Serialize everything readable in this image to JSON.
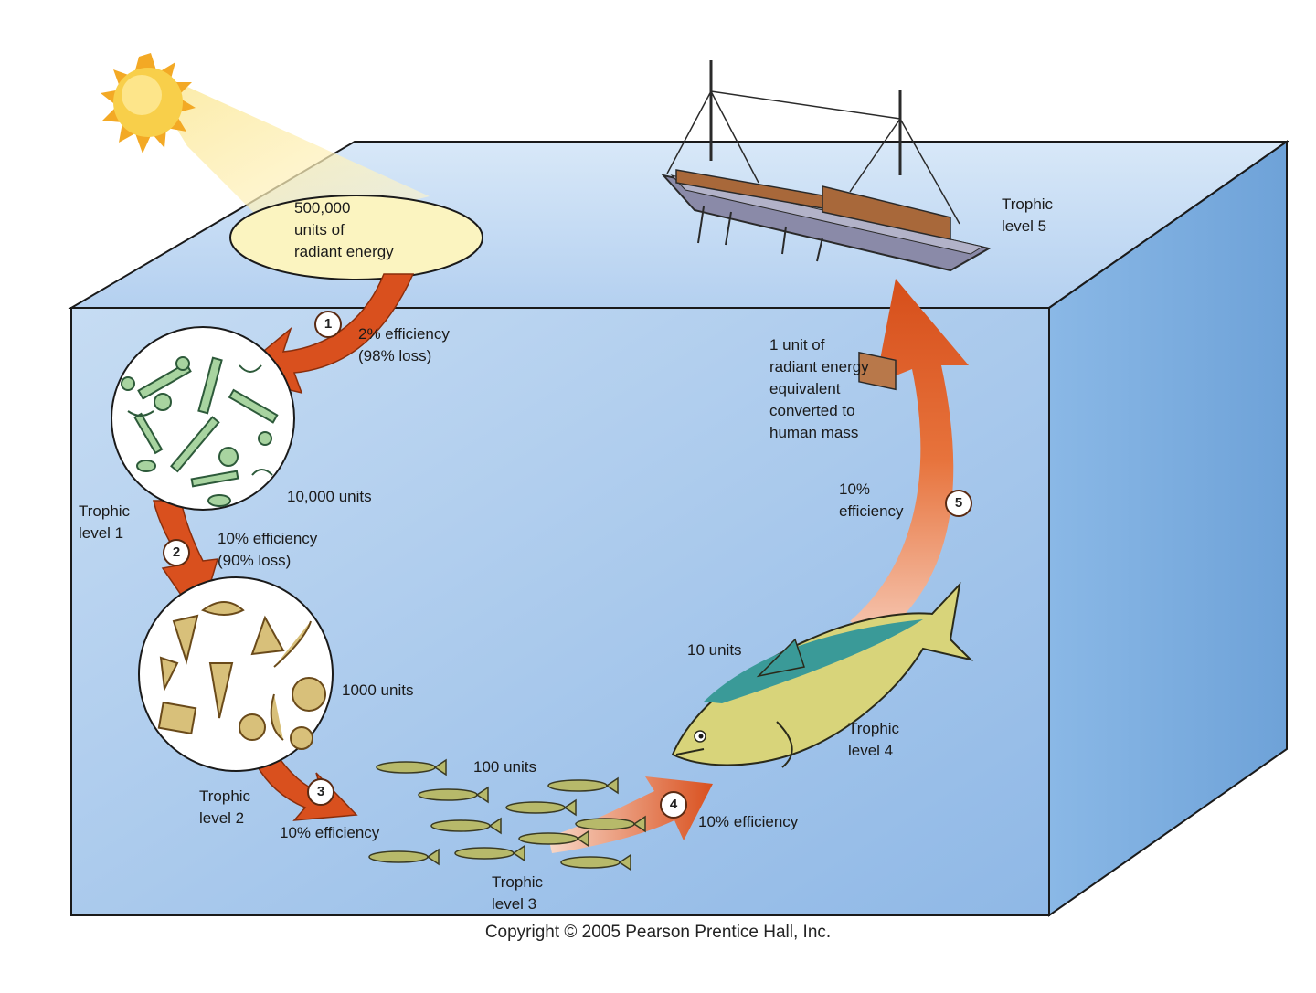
{
  "labels": {
    "sun_energy": "500,000\nunits of\nradiant energy",
    "step1_efficiency": "2% efficiency\n(98% loss)",
    "level1_units": "10,000 units",
    "level1_name": "Trophic\nlevel 1",
    "step2_efficiency": "10% efficiency\n(90% loss)",
    "level2_units": "1000 units",
    "level2_name": "Trophic\nlevel 2",
    "step3_efficiency": "10% efficiency",
    "level3_units": "100 units",
    "level3_name": "Trophic\nlevel 3",
    "step4_efficiency": "10% efficiency",
    "level4_units": "10 units",
    "level4_name": "Trophic\nlevel 4",
    "step5_efficiency": "10%\nefficiency",
    "final_units": "1 unit of\nradiant energy\nequivalent\nconverted to\nhuman mass",
    "level5_name": "Trophic\nlevel 5"
  },
  "steps": [
    "1",
    "2",
    "3",
    "4",
    "5"
  ],
  "copyright": "Copyright © 2005 Pearson Prentice Hall, Inc.",
  "colors": {
    "water_front": "#9ec4ec",
    "water_top": "#c4dcf4",
    "water_side": "#7aaee0",
    "arrow": "#d9501e",
    "arrow_dark": "#b83a10",
    "sun": "#f6c23a",
    "ellipse": "#fbf4c0",
    "plankton_bg": "#ffffff",
    "ship_hull": "#8a8aa8",
    "ship_deck": "#a8683a",
    "fish_body": "#d9d67a",
    "fish_back": "#3a9a98"
  }
}
